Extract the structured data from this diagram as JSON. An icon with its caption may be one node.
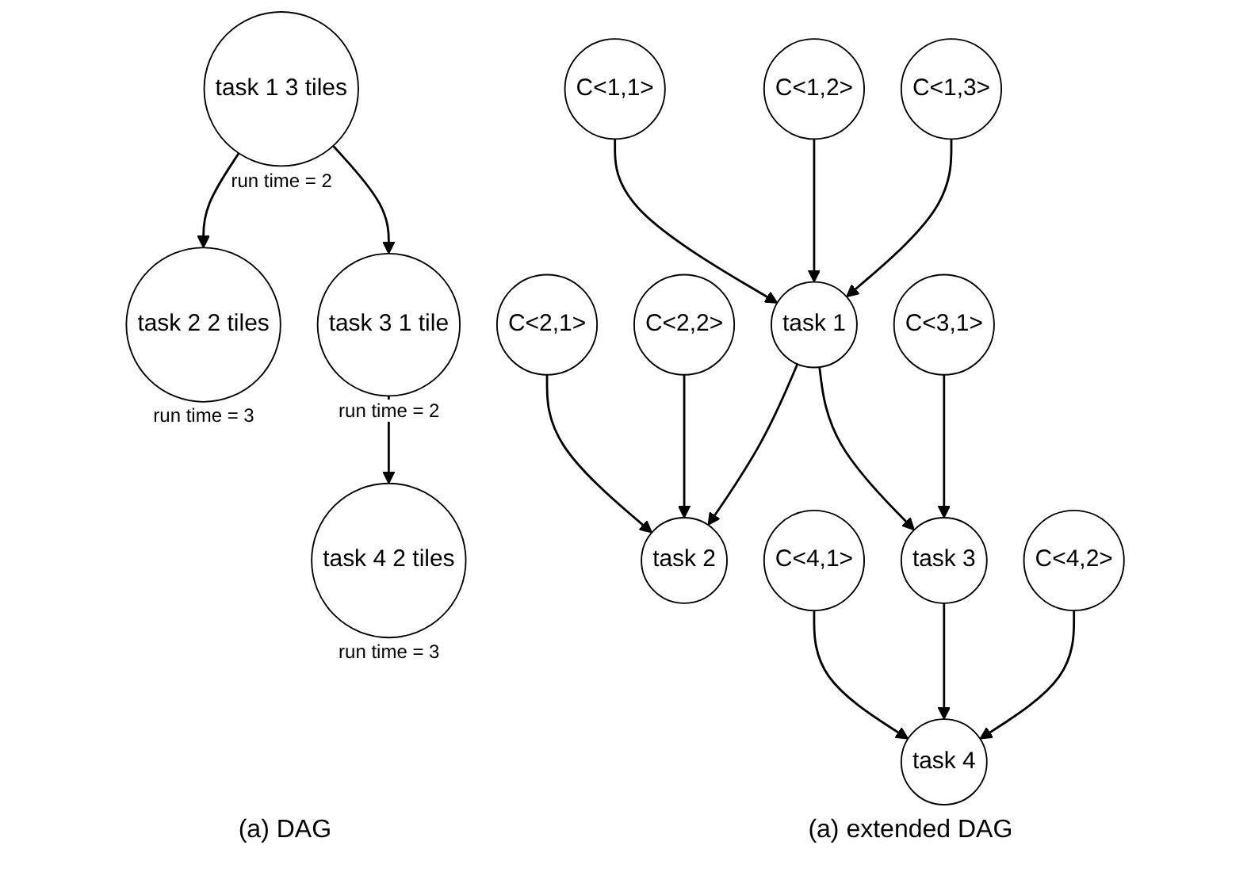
{
  "diagram": {
    "nodes": [
      {
        "text": [
          "task 1 3 tiles"
        ],
        "beside": [
          "run time = 2"
        ]
      },
      {
        "text": [
          "task 2 2 tiles"
        ],
        "beside": [
          "run time = 3"
        ]
      },
      {
        "text": [
          "task 3 1 tile"
        ],
        "beside": [
          "run time = 2"
        ]
      },
      {
        "text": [
          "task 4 2 tiles"
        ],
        "beside": [
          "run time = 3"
        ]
      },
      {
        "text": [
          "C<1,1>"
        ]
      },
      {
        "text": [
          "C<1,2>"
        ]
      },
      {
        "text": [
          "C<1,3>"
        ]
      },
      {
        "text": [
          "C<2,1>"
        ]
      },
      {
        "text": [
          "C<2,2>"
        ]
      },
      {
        "text": [
          "task 1"
        ]
      },
      {
        "text": [
          "C<3,1>"
        ]
      },
      {
        "text": [
          "task 2"
        ]
      },
      {
        "text": [
          "task 3"
        ]
      },
      {
        "text": [
          "C<4,1>"
        ]
      },
      {
        "text": [
          "C<4,2>"
        ]
      },
      {
        "text": [
          "task 4"
        ]
      }
    ],
    "edges": [
      {
        "from": 0,
        "to": 1,
        "arrow": "to"
      },
      {
        "from": 0,
        "to": 2,
        "arrow": "to"
      },
      {
        "from": 2,
        "to": 3,
        "arrow": "to"
      },
      {
        "from": 4,
        "to": 9,
        "arrow": "to"
      },
      {
        "from": 5,
        "to": 9,
        "arrow": "to"
      },
      {
        "from": 6,
        "to": 9,
        "arrow": "to"
      },
      {
        "from": 7,
        "to": 11,
        "arrow": "to"
      },
      {
        "from": 8,
        "to": 11,
        "arrow": "to"
      },
      {
        "from": 9,
        "to": 11,
        "arrow": "to"
      },
      {
        "from": 9,
        "to": 12,
        "arrow": "to"
      },
      {
        "from": 10,
        "to": 12,
        "arrow": "to"
      },
      {
        "from": 13,
        "to": 15,
        "arrow": "to"
      },
      {
        "from": 12,
        "to": 15,
        "arrow": "to"
      },
      {
        "from": 14,
        "to": 15,
        "arrow": "to"
      }
    ],
    "labels": [
      "(a) DAG",
      "(a) extended DAG"
    ]
  }
}
